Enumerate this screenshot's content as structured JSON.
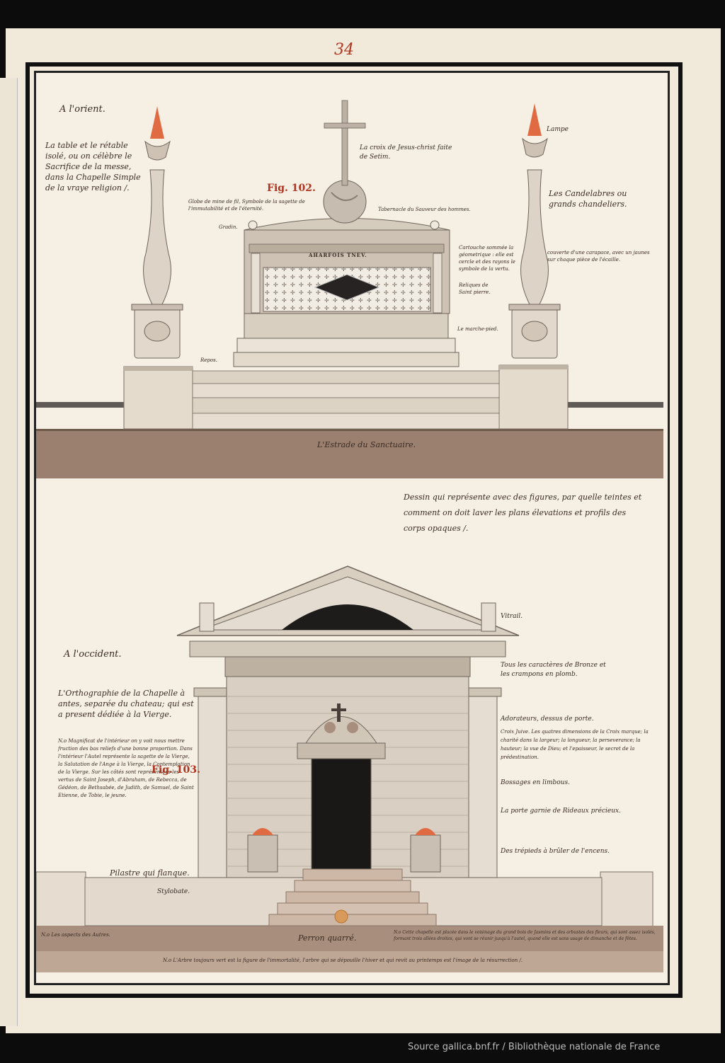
{
  "page_number": "34",
  "top": {
    "heading": "A l'orient.",
    "fig_label": "Fig. 102.",
    "altar_inscription": "AHARFOIS TNEV.",
    "notes": {
      "table_retable": "La table et le rétable isolé, ou on célèbre le Sacrifice de la messe, dans la Chapelle Simple de la vraye religion /.",
      "croix": "La croix de Jesus-christ faite de Setim.",
      "lampe": "Lampe",
      "candelabres": "Les Candelabres ou grands chandeliers.",
      "globe": "Globe de mine de fil, Symbole de la sagette de l'immutabilité et de l'éternité.",
      "tabernacle": "Tabernacle du Sauveur des hommes.",
      "gradin": "Gradin.",
      "cartouche": "Cartouche sommée la géometrique : elle est cercle et des rayons le symbole de la vertu.",
      "couverte": "couverte d'une carapace, avec un jaunes sur chaque pièce de l'écaille.",
      "reliques": "Reliques de Saint pierre.",
      "marchepied": "Le marche-pied.",
      "repos": "Repos.",
      "estrade": "L'Estrade du Sanctuaire."
    }
  },
  "bottom": {
    "caption": "Dessin qui représente avec des figures, par quelle teintes et comment on doit laver les plans élevations et profils des corps opaques /.",
    "heading": "A l'occident.",
    "title_note": "L'Orthographie de la Chapelle à antes, separée du chateau; qui est a present dédiée à la Vierge.",
    "fig_label": "Fig. 103.",
    "left_notes": "N.o Magnificat de l'intérieur on y voit nous mettre fruction des bas reliefs d'une bonne proportion. Dans l'intérieur l'Autel représente la sagette de la Vierge, la Salutation de l'Ange à la Vierge, la Contemplation de la Vierge. Sur les côtés sont représentées les vertus de Saint Joseph, d'Abraham, de Rebecca, de Gédéon, de Bethsabée, de Judith, de Samuel, de Saint Etienne, de Tobie, le jeune.",
    "pilastre": "Pilastre qui flanque.",
    "stylobate": "Stylobate.",
    "corner_note": "N.o Les aspects des Autres.",
    "perron": "Perron quarré.",
    "bottom_note": "N.o Cette chapelle est placée dans le voisinage du grand bois de Jasmins et des arbustes des fleurs, qui sont assez isolés, formant trois allées droites, qui vont se réunir jusqu'à l'autel, quand elle est sans usage de dimanche et de fêtes.",
    "ribbon_note": "N.o L'Arbre toujours vert est la figure de l'immortalité, l'arbre qui se dépouille l'hiver et qui revit au printemps est l'image de la résurrection /.",
    "right_notes": {
      "vitrail": "Vitrail.",
      "caracteres": "Tous les caractères de Bronze et les crampons en plomb.",
      "adorateurs": "Adorateurs, dessus de porte.",
      "croix_juive": "Croix Juive. Les quatres dimensions de la Croix marque; la charité dans la largeur; la longueur, la perseverance; la hauteur; la vue de Dieu; et l'epaisseur, le secret de la prédestination.",
      "bossages": "Bossages en limbous.",
      "porte": "La porte garnie de Rideaux précieux.",
      "trepieds": "Des trépieds à brûler de l'encens."
    }
  },
  "source": "Source gallica.bnf.fr / Bibliothèque nationale de France",
  "colors": {
    "paper": "#f3ecdf",
    "ink": "#3a2a22",
    "stone": "#dcd3c5",
    "ground": "#9a7f6e",
    "flame": "#e06b42"
  }
}
